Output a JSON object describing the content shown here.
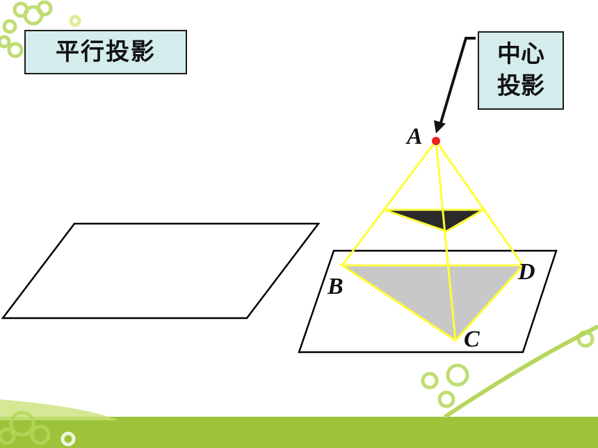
{
  "labels": {
    "parallel": "平行投影",
    "central_line1": "中心",
    "central_line2": "投影"
  },
  "points": {
    "a": "A",
    "b": "B",
    "c": "C",
    "d": "D"
  },
  "colors": {
    "box_fill": "#d4ecec",
    "ray": "#ffff33",
    "shadow": "#c8c8c8",
    "object": "#2a2a2a",
    "light_source": "#ee2222",
    "banner": "#9dc33b"
  }
}
